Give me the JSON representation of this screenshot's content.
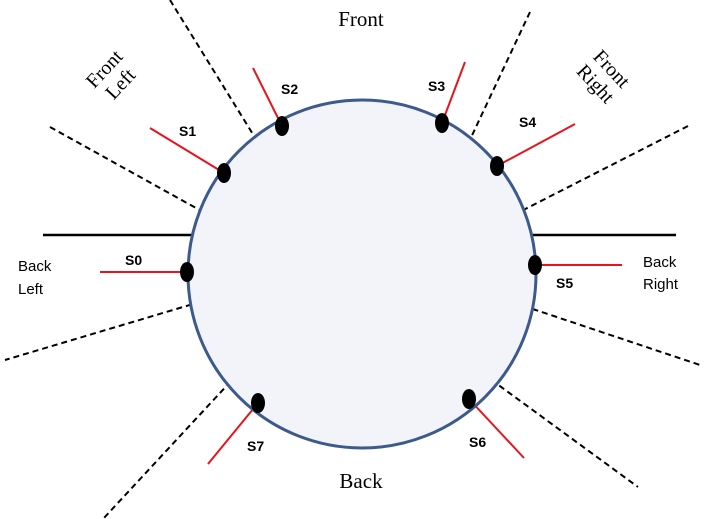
{
  "regions": {
    "front": "Front",
    "back": "Back",
    "front_left": [
      "Front",
      "Left"
    ],
    "front_right": [
      "Front",
      "Right"
    ],
    "back_left": [
      "Back",
      "Left"
    ],
    "back_right": [
      "Back",
      "Right"
    ]
  },
  "sensors": [
    "S0",
    "S1",
    "S2",
    "S3",
    "S4",
    "S5",
    "S6",
    "S7"
  ],
  "colors": {
    "circle_fill": "#f2f4fa",
    "circle_stroke": "#3d5a8c",
    "sensor_line": "#e8131b",
    "dashed": "#000000"
  }
}
